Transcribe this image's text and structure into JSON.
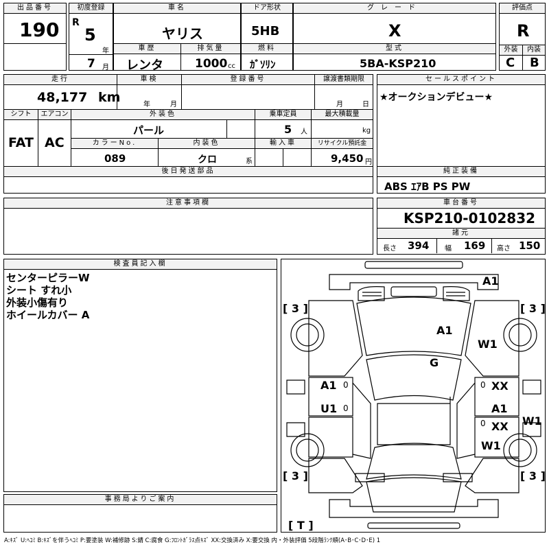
{
  "header": {
    "lot_label": "出品番号",
    "lot_value": "190",
    "first_reg_label": "初度登録",
    "era": "R",
    "reg_year": "5",
    "year_unit": "年",
    "reg_month": "7",
    "month_unit": "月",
    "car_name_label": "車名",
    "car_name": "ヤリス",
    "door_label": "ドア形状",
    "door": "5HB",
    "grade_label": "グレード",
    "grade": "X",
    "score_label": "評価点",
    "score": "R",
    "history_label": "車歴",
    "history": "レンタ",
    "displacement_label": "排気量",
    "displacement": "1000",
    "displacement_unit": "cc",
    "fuel_label": "燃料",
    "fuel": "ｶﾞｿﾘﾝ",
    "model_label": "型式",
    "model": "5BA-KSP210",
    "exterior_label": "外装",
    "exterior": "C",
    "interior_label": "内装",
    "interior": "B"
  },
  "details": {
    "mileage_label": "走行",
    "mileage": "48,177",
    "mileage_unit": "km",
    "inspection_label": "車検",
    "insp_year_unit": "年",
    "insp_month_unit": "月",
    "plate_label": "登録番号",
    "transfer_label": "譲渡書類期限",
    "transfer_month_unit": "月",
    "transfer_day_unit": "日",
    "shift_label": "シフト",
    "shift": "FAT",
    "ac_label": "エアコン",
    "ac": "AC",
    "color_label": "外装色",
    "color": "パール",
    "capacity_label": "乗車定員",
    "capacity": "5",
    "capacity_unit": "人",
    "max_load_label": "最大積載量",
    "max_load_unit": "kg",
    "color_no_label": "カラーNo.",
    "color_no": "089",
    "interior_color_label": "内装色",
    "interior_color": "クロ",
    "interior_color_unit": "系",
    "import_label": "輸入車",
    "recycle_label": "リサイクル預託金",
    "recycle": "9,450",
    "recycle_unit": "円",
    "parts_label": "後日発送部品"
  },
  "sales_point": {
    "label": "セールスポイント",
    "text": "★オークションデビュー★"
  },
  "equipment": {
    "label": "純正装備",
    "text": "ABS ｴｱB PS PW"
  },
  "caution": {
    "label": "注意事項欄"
  },
  "chassis": {
    "label": "車台番号",
    "number": "KSP210-0102832",
    "spec_label": "諸元",
    "length_label": "長さ",
    "length": "394",
    "width_label": "幅",
    "width": "169",
    "height_label": "高さ",
    "height": "150"
  },
  "inspector": {
    "label": "検査員記入欄",
    "notes": [
      "センターピラーW",
      "シート すれ小",
      "外装小傷有り",
      "ホイールカバー A"
    ]
  },
  "office": {
    "label": "事務局よりご案内"
  },
  "diagram": {
    "marks": {
      "front_bumper": "A1",
      "hood": "A1",
      "front_right_fender": "W1",
      "roof": "G",
      "left_front_door": "A1",
      "left_front_door_zero": "0",
      "left_rear_door": "U1",
      "left_rear_door_zero": "0",
      "right_front_door_zero": "0",
      "right_front_door": "XX",
      "right_rear_door_top": "A1",
      "right_rear_door_zero": "0",
      "right_rear_door": "XX",
      "right_rear_fender": "W1",
      "rear_right": "W1"
    },
    "tires": {
      "front_left": "3",
      "front_right": "3",
      "rear_left": "3",
      "rear_right": "3",
      "trunk": "T"
    }
  },
  "legend": "A:ｷｽﾞ U:ﾍｺﾐ B:ｷｽﾞを伴うﾍｺﾐ P:要塗装 W:補修跡 S:錆 C:腐食 G:ﾌﾛﾝﾄｶﾞﾗｽ点ｷｽﾞ XX:交換済み X:要交換 内・外装評価 5段階ﾗﾝｸ順(A･B･C･D･E) 1"
}
